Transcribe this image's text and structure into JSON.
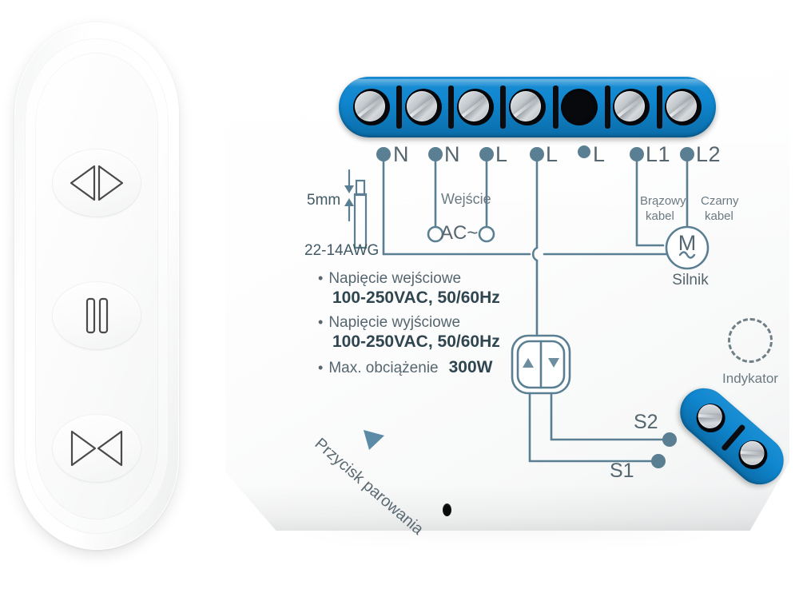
{
  "product": {
    "name": "Smart roller-shutter relay module with RF remote",
    "accent_blue": "#0f86cf",
    "diagram_line_color": "#5b7f92",
    "diagram_text_color": "#55666f",
    "body_color": "#ffffff"
  },
  "remote": {
    "name": "RF remote control",
    "buttons": [
      {
        "id": "open",
        "name": "open-button",
        "glyph": "open-arrows-icon"
      },
      {
        "id": "stop",
        "name": "stop-button",
        "glyph": "pause-bars-icon"
      },
      {
        "id": "close",
        "name": "close-button",
        "glyph": "close-arrows-icon"
      }
    ]
  },
  "module": {
    "terminal_block": {
      "name": "top-terminal-block",
      "slot_count": 7,
      "slots": [
        {
          "index": 1,
          "screw": true,
          "label": "N"
        },
        {
          "index": 2,
          "screw": true,
          "label": "N"
        },
        {
          "index": 3,
          "screw": true,
          "label": "L"
        },
        {
          "index": 4,
          "screw": true,
          "label": "L"
        },
        {
          "index": 5,
          "screw": false,
          "label": "L"
        },
        {
          "index": 6,
          "screw": true,
          "label": "L1"
        },
        {
          "index": 7,
          "screw": true,
          "label": "L2"
        }
      ]
    },
    "side_terminal_block": {
      "name": "bottom-right-terminal-block",
      "slot_count": 2
    },
    "pairing": {
      "label": "Przycisk parowania",
      "hole_name": "pairing-button-hole"
    },
    "indicator": {
      "label": "Indykator"
    }
  },
  "diagram": {
    "terminal_labels": [
      "N",
      "N",
      "L",
      "L",
      "L",
      "L1",
      "L2"
    ],
    "wire_spec": {
      "strip_length": "5mm",
      "gauge": "22-14AWG"
    },
    "input": {
      "line1": "Wejście",
      "line2": "AC~"
    },
    "motor": {
      "symbol_letter": "M",
      "symbol_wave": "~",
      "label": "Silnik",
      "brown_wire": {
        "line1": "Brązowy",
        "line2": "kabel"
      },
      "black_wire": {
        "line1": "Czarny",
        "line2": "kabel"
      }
    },
    "switch": {
      "name": "wall-rocker-switch",
      "up_glyph": "triangle-up-icon",
      "down_glyph": "triangle-down-icon",
      "terminals": [
        "S2",
        "S1"
      ]
    }
  },
  "specs": [
    {
      "label": "Napięcie wejściowe",
      "value": "100-250VAC, 50/60Hz"
    },
    {
      "label": "Napięcie wyjściowe",
      "value": "100-250VAC, 50/60Hz"
    },
    {
      "label": "Max. obciążenie",
      "value": "300W"
    }
  ]
}
